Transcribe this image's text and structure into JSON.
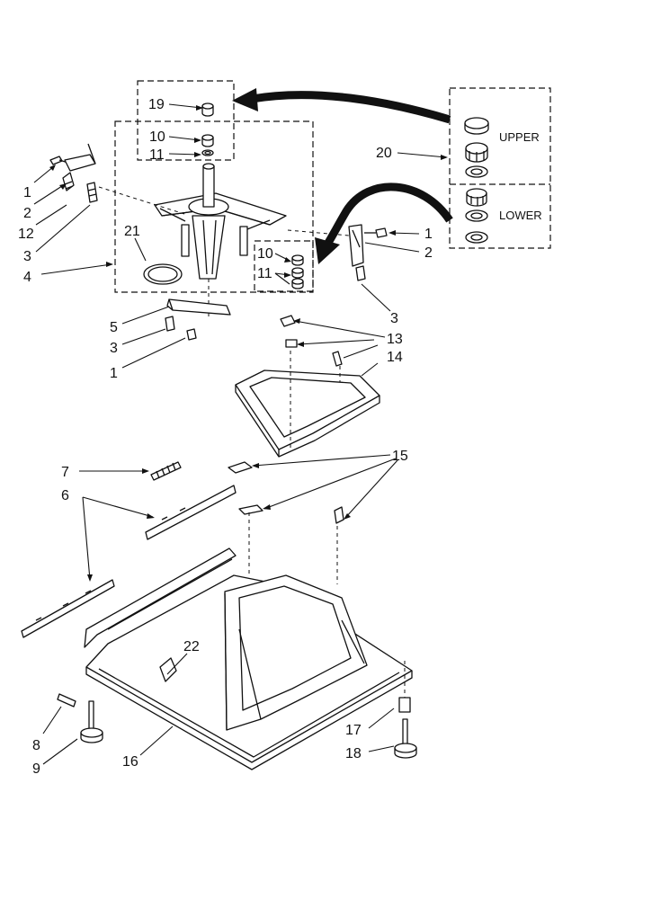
{
  "diagram": {
    "callouts": [
      {
        "id": "c19",
        "text": "19"
      },
      {
        "id": "c10a",
        "text": "10"
      },
      {
        "id": "c11a",
        "text": "11"
      },
      {
        "id": "c20",
        "text": "20"
      },
      {
        "id": "c1a",
        "text": "1"
      },
      {
        "id": "c2a",
        "text": "2"
      },
      {
        "id": "c12",
        "text": "12"
      },
      {
        "id": "c3a",
        "text": "3"
      },
      {
        "id": "c4",
        "text": "4"
      },
      {
        "id": "c21",
        "text": "21"
      },
      {
        "id": "c10b",
        "text": "10"
      },
      {
        "id": "c11b",
        "text": "11"
      },
      {
        "id": "c1b",
        "text": "1"
      },
      {
        "id": "c2b",
        "text": "2"
      },
      {
        "id": "c3b",
        "text": "3"
      },
      {
        "id": "c5",
        "text": "5"
      },
      {
        "id": "c3c",
        "text": "3"
      },
      {
        "id": "c1c",
        "text": "1"
      },
      {
        "id": "c13",
        "text": "13"
      },
      {
        "id": "c14",
        "text": "14"
      },
      {
        "id": "c7",
        "text": "7"
      },
      {
        "id": "c15",
        "text": "15"
      },
      {
        "id": "c6",
        "text": "6"
      },
      {
        "id": "c22",
        "text": "22"
      },
      {
        "id": "c8",
        "text": "8"
      },
      {
        "id": "c9",
        "text": "9"
      },
      {
        "id": "c16",
        "text": "16"
      },
      {
        "id": "c17",
        "text": "17"
      },
      {
        "id": "c18",
        "text": "18"
      }
    ],
    "kit_labels": {
      "upper": "UPPER",
      "lower": "LOWER"
    }
  }
}
